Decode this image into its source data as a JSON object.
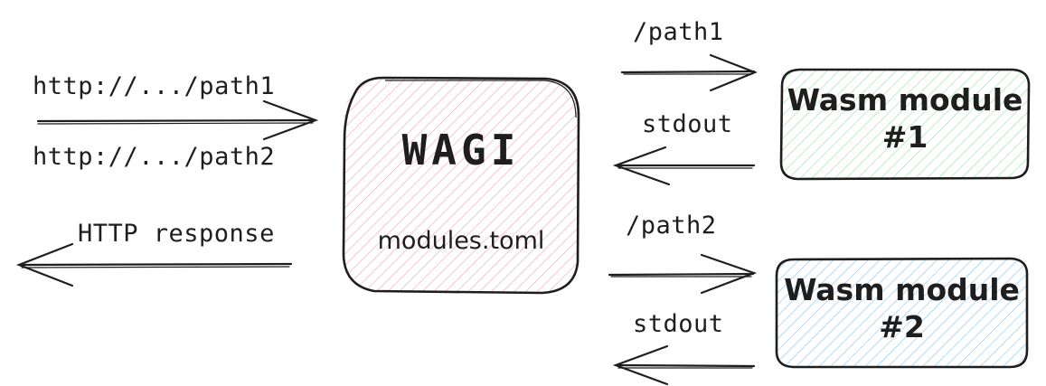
{
  "request_labels": {
    "path1": "http://.../path1",
    "path2": "http://.../path2"
  },
  "response_label": "HTTP response",
  "wagi_box": {
    "title": "WAGI",
    "subtitle": "modules.toml",
    "fill_color": "#f4a6b7"
  },
  "module_1": {
    "line1": "Wasm module",
    "line2": "#1",
    "route_label": "/path1",
    "output_label": "stdout",
    "fill_color": "#9ee2a6"
  },
  "module_2": {
    "line1": "Wasm module",
    "line2": "#2",
    "route_label": "/path2",
    "output_label": "stdout",
    "fill_color": "#8cc8ee"
  },
  "stroke_color": "#1e1e1e"
}
